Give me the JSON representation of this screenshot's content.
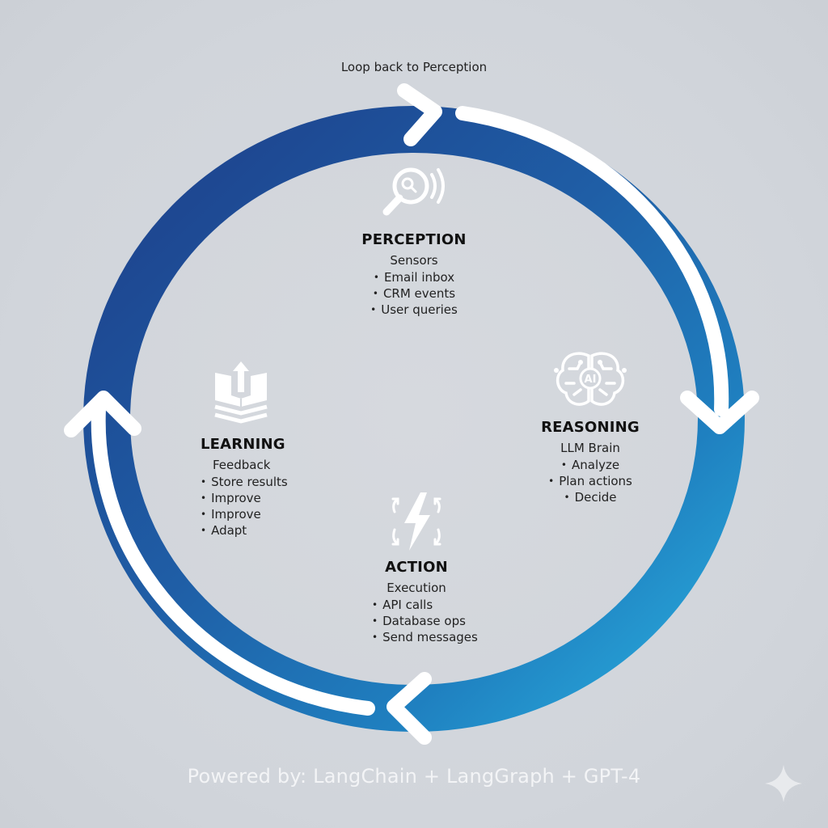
{
  "diagram": {
    "loop_label": "Loop back to Perception",
    "colors": {
      "background": "#d2d6dc",
      "ring_dark": "#1d3f8a",
      "ring_mid": "#1f6aad",
      "ring_light": "#2aa6d8",
      "arrow": "#ffffff",
      "text": "#1a1a1a",
      "footer_text": "#f3f4f6"
    },
    "stages": [
      {
        "id": "perception",
        "icon": "magnifier-signal-icon",
        "title": "PERCEPTION",
        "subtitle": "Sensors",
        "items": [
          "Email inbox",
          "CRM events",
          "User queries"
        ]
      },
      {
        "id": "reasoning",
        "icon": "ai-brain-icon",
        "title": "REASONING",
        "subtitle": "LLM Brain",
        "items": [
          "Analyze",
          "Plan actions",
          "Decide"
        ]
      },
      {
        "id": "action",
        "icon": "lightning-cycle-icon",
        "title": "ACTION",
        "subtitle": "Execution",
        "items": [
          "API calls",
          "Database ops",
          "Send messages"
        ]
      },
      {
        "id": "learning",
        "icon": "book-upload-icon",
        "title": "LEARNING",
        "subtitle": "Feedback",
        "items": [
          "Store results",
          "Improve",
          "Improve",
          "Adapt"
        ]
      }
    ],
    "icon_labels": {
      "brain_badge": "AI"
    },
    "flow": [
      "PERCEPTION",
      "REASONING",
      "ACTION",
      "LEARNING",
      "PERCEPTION"
    ],
    "footer": "Powered by: LangChain + LangGraph + GPT-4"
  }
}
